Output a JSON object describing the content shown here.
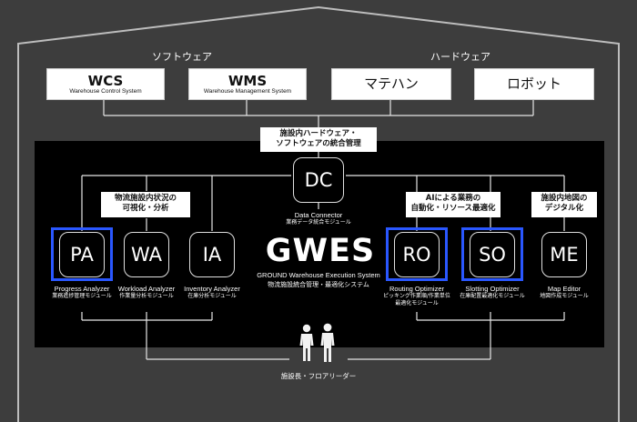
{
  "header": {
    "software_label": "ソフトウェア",
    "hardware_label": "ハードウェア"
  },
  "top_boxes": {
    "wcs": {
      "title": "WCS",
      "subtitle": "Warehouse Control System"
    },
    "wms": {
      "title": "WMS",
      "subtitle": "Warehouse Management System"
    },
    "matehan": {
      "title": "マテハン"
    },
    "robot": {
      "title": "ロボット"
    }
  },
  "integration_callout": {
    "line1": "施設内ハードウェア・",
    "line2": "ソフトウェアの統合管理"
  },
  "dc": {
    "abbr": "DC",
    "title": "Data Connector",
    "subtitle": "業務データ統合モジュール"
  },
  "visualization_callout": {
    "line1": "物流施設内状況の",
    "line2": "可視化・分析"
  },
  "ai_callout": {
    "line1": "AIによる業務の",
    "line2": "自動化・リソース最適化"
  },
  "map_callout": {
    "line1": "施設内地図の",
    "line2": "デジタル化"
  },
  "gwes": {
    "title": "GWES",
    "subtitle": "GROUND Warehouse Execution System",
    "desc": "物流施設統合管理・最適化システム"
  },
  "modules": [
    {
      "abbr": "PA",
      "title": "Progress Analyzer",
      "sub1": "業務進捗管理モジュール",
      "sub2": "",
      "highlight": true
    },
    {
      "abbr": "WA",
      "title": "Workload Analyzer",
      "sub1": "作業量分析モジュール",
      "sub2": "",
      "highlight": false
    },
    {
      "abbr": "IA",
      "title": "Inventory Analyzer",
      "sub1": "在庫分析モジュール",
      "sub2": "",
      "highlight": false
    },
    {
      "abbr": "RO",
      "title": "Routing Optimizer",
      "sub1": "ピッキング作業順/作業単位",
      "sub2": "最適化モジュール",
      "highlight": true
    },
    {
      "abbr": "SO",
      "title": "Slotting Optimizer",
      "sub1": "在庫配置最適化モジュール",
      "sub2": "",
      "highlight": true
    },
    {
      "abbr": "ME",
      "title": "Map Editor",
      "sub1": "地図作成モジュール",
      "sub2": "",
      "highlight": false
    }
  ],
  "footer": {
    "users_label": "施設長・フロアリーダー"
  },
  "colors": {
    "background": "#3d3d3d",
    "panel": "#000000",
    "highlight": "#2a57ff",
    "line": "#e6e6e6"
  },
  "icons": [
    "house-outline",
    "person-silhouettes-icon"
  ]
}
